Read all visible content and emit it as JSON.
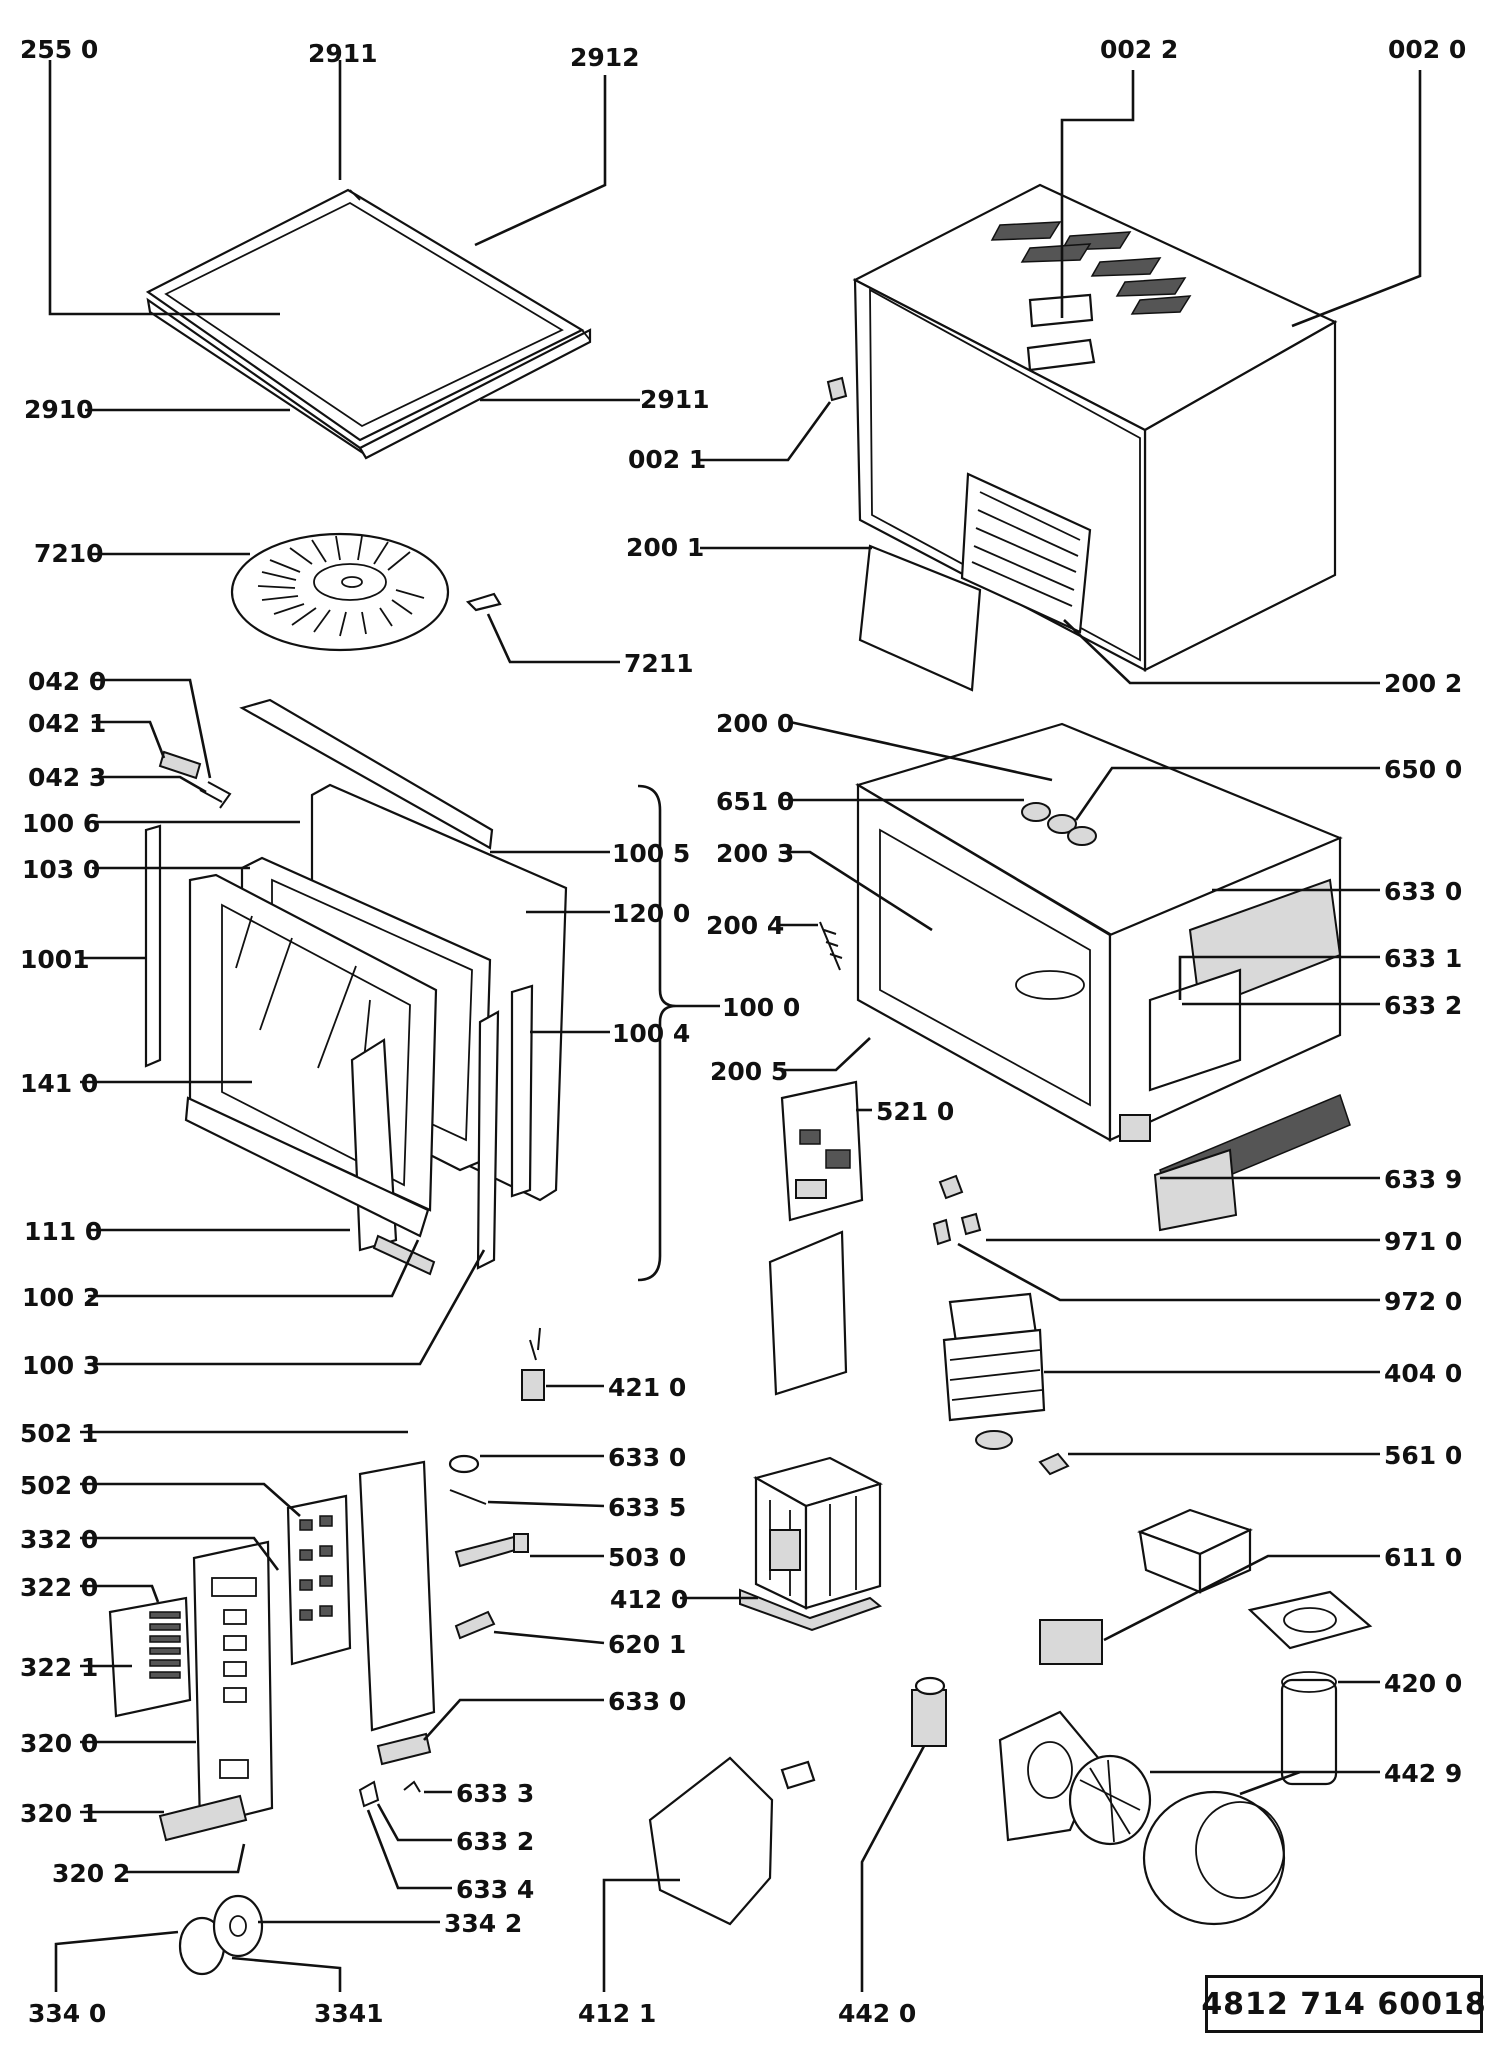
{
  "document_number": "4812 714 60018",
  "labels": {
    "2550": "255 0",
    "2911a": "2911",
    "2912": "2912",
    "2910": "2910",
    "2911b": "2911",
    "0022": "002 2",
    "0020": "002 0",
    "0021": "002 1",
    "2001": "200 1",
    "2002": "200 2",
    "7210": "7210",
    "7211": "7211",
    "0420": "042 0",
    "0421": "042 1",
    "0423": "042 3",
    "1006": "100 6",
    "1030": "103 0",
    "1001": "1001",
    "1410": "141 0",
    "1110": "111 0",
    "1002": "100 2",
    "1003": "100 3",
    "1005": "100 5",
    "1200": "120 0",
    "1004": "100 4",
    "1000": "100 0",
    "2000": "200 0",
    "6510": "651 0",
    "2003": "200 3",
    "2004": "200 4",
    "2005": "200 5",
    "6500": "650 0",
    "6330a": "633 0",
    "6331": "633 1",
    "6332a": "633 2",
    "6339": "633 9",
    "5210": "521 0",
    "9710": "971 0",
    "9720": "972 0",
    "4040": "404 0",
    "5610": "561 0",
    "4210": "421 0",
    "5021": "502 1",
    "5020": "502 0",
    "3320": "332 0",
    "3220": "322 0",
    "3221": "322 1",
    "3200": "320 0",
    "3201": "320 1",
    "3202": "320 2",
    "3340": "334 0",
    "3341": "3341",
    "3342": "334 2",
    "6330b": "633 0",
    "6335": "633 5",
    "5030": "503 0",
    "6201": "620 1",
    "6330c": "633 0",
    "6333": "633 3",
    "6332b": "633 2",
    "6334": "633 4",
    "4120": "412 0",
    "4121": "412 1",
    "4420": "442 0",
    "6110": "611 0",
    "4200": "420 0",
    "4429": "442 9"
  }
}
